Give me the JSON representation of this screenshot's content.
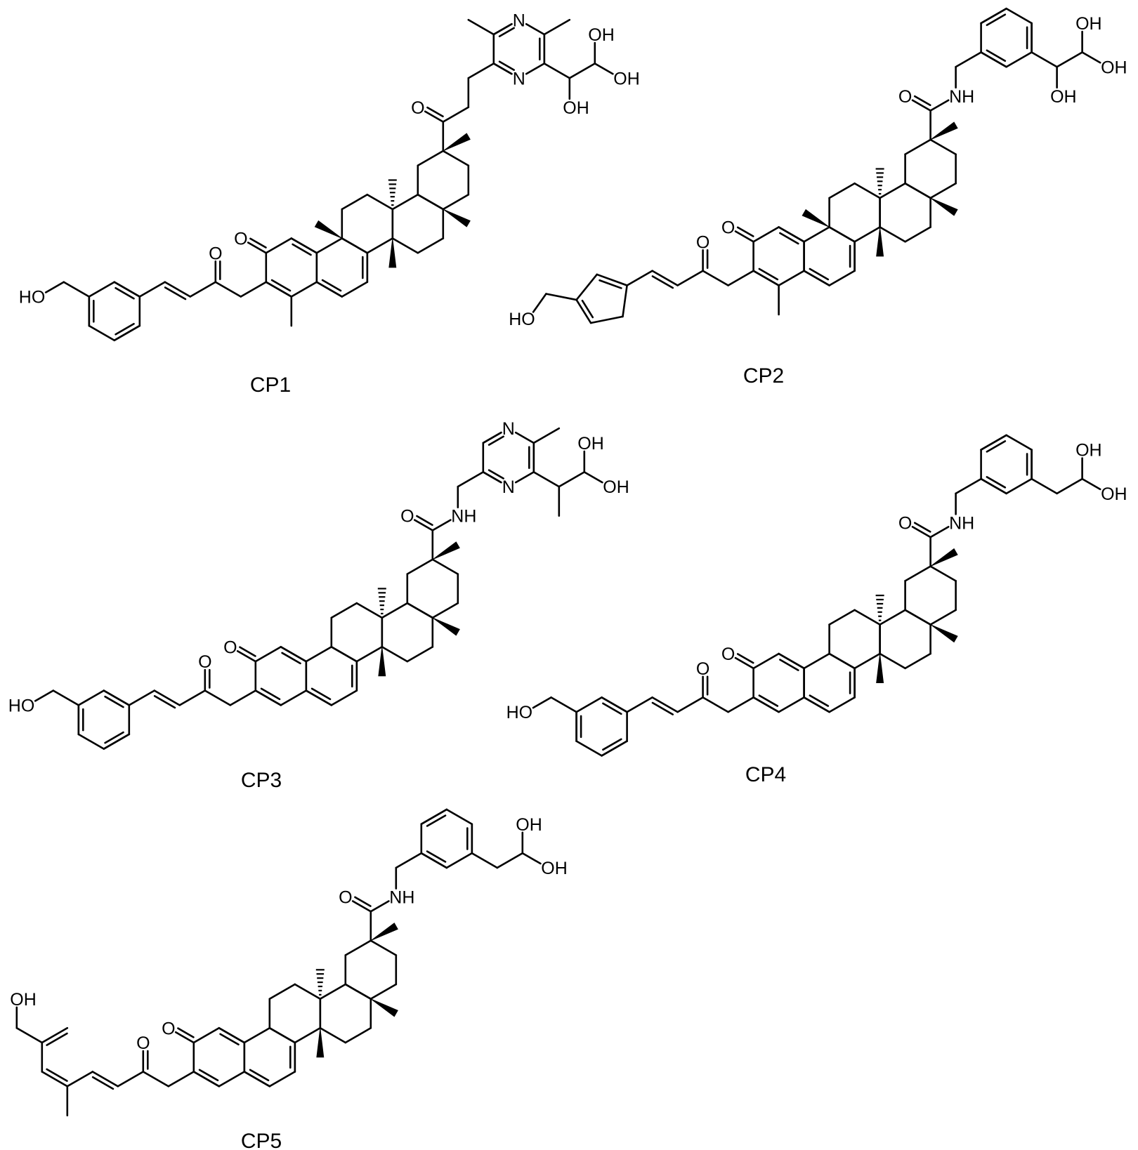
{
  "figure": {
    "line_color": "#000000",
    "background": "#ffffff",
    "compounds": [
      {
        "name": "CP1",
        "atom_labels": [
          "HO",
          "O",
          "O",
          "O",
          "N",
          "N",
          "OH",
          "OH",
          "OH"
        ]
      },
      {
        "name": "CP2",
        "atom_labels": [
          "HO",
          "O",
          "O",
          "O",
          "NH",
          "OH",
          "OH",
          "OH"
        ]
      },
      {
        "name": "CP3",
        "atom_labels": [
          "HO",
          "O",
          "O",
          "O",
          "NH",
          "N",
          "N",
          "OH",
          "OH"
        ]
      },
      {
        "name": "CP4",
        "atom_labels": [
          "HO",
          "O",
          "O",
          "O",
          "NH",
          "OH",
          "OH"
        ]
      },
      {
        "name": "CP5",
        "atom_labels": [
          "OH",
          "O",
          "O",
          "O",
          "NH",
          "OH",
          "OH"
        ]
      }
    ]
  }
}
